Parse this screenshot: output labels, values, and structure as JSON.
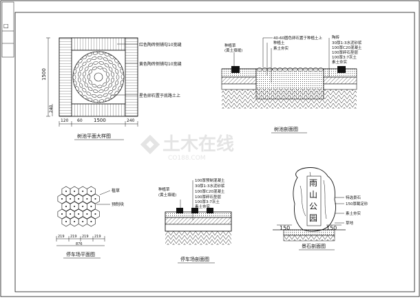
{
  "titleblock": {
    "left_text": "□"
  },
  "tree_plan": {
    "title": "树池平面大样图",
    "notes": [
      "红色陶砖侧铺勾10宽缝",
      "黄色陶砖侧铺勾10宽缝",
      "星色卵石置于底路土上"
    ],
    "dims": {
      "total_width": "1500",
      "total_height": "1500",
      "edge_left": "240",
      "edge_right": "240",
      "bottom_label_a": "120",
      "bottom_label_b": "60"
    }
  },
  "tree_section": {
    "title": "树池剖面图",
    "left_labels": [
      "种植草",
      "(黄土填缝)"
    ],
    "center_labels": [
      "40-60圆色卵石置于种植土上",
      "种植土",
      "素土夯实"
    ],
    "right_labels": [
      "陶砖",
      "30厚1:3水泥砂浆",
      "100厚C20混凝土",
      "100厚碎石垫层",
      "100厚3:7灰土",
      "素土夯实"
    ]
  },
  "parking_plan": {
    "title": "停车场平面图",
    "labels": [
      "植草",
      "预制块"
    ],
    "dims": [
      "219",
      "219",
      "219",
      "219"
    ],
    "total": "876"
  },
  "parking_section": {
    "title": "停车场剖面图",
    "left_labels": [
      "种植草",
      "(黄土填缝)"
    ],
    "right_labels": [
      "100厚预制混凝土",
      "30厚1:3水泥砂浆",
      "100厚C20混凝土",
      "100厚碎石垫层",
      "100厚3:7灰土",
      "素土夯实"
    ]
  },
  "stone_section": {
    "title": "景石剖面图",
    "stone_chars": [
      "雨",
      "山",
      "公",
      "园"
    ],
    "labels": [
      "特选景石",
      "150厚截定砂",
      "素土夯实",
      "草地"
    ],
    "dims": [
      "150",
      "150"
    ]
  },
  "watermark": {
    "main": "土木在线",
    "sub": "CO188.COM"
  }
}
